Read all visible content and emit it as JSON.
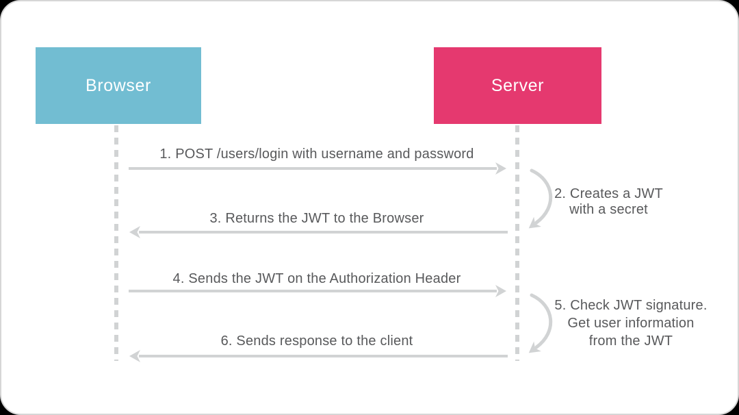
{
  "colors": {
    "outer_background": "#000000",
    "canvas_background": "#ffffff",
    "canvas_border": "#d6d6d6",
    "browser_box": "#72bdd2",
    "server_box": "#e5396f",
    "actor_text": "#ffffff",
    "line_grey": "#d1d3d4",
    "label_text": "#58595b"
  },
  "actors": {
    "browser": {
      "label": "Browser"
    },
    "server": {
      "label": "Server"
    }
  },
  "messages": {
    "m1": "1. POST /users/login with username and password",
    "m2": {
      "line1": "2. Creates a JWT",
      "line2": "with a secret"
    },
    "m3": "3. Returns the JWT to the Browser",
    "m4": "4. Sends the JWT on the Authorization Header",
    "m5": {
      "line1": "5. Check JWT signature.",
      "line2": "Get user information",
      "line3": "from the JWT"
    },
    "m6": "6. Sends response to the client"
  }
}
